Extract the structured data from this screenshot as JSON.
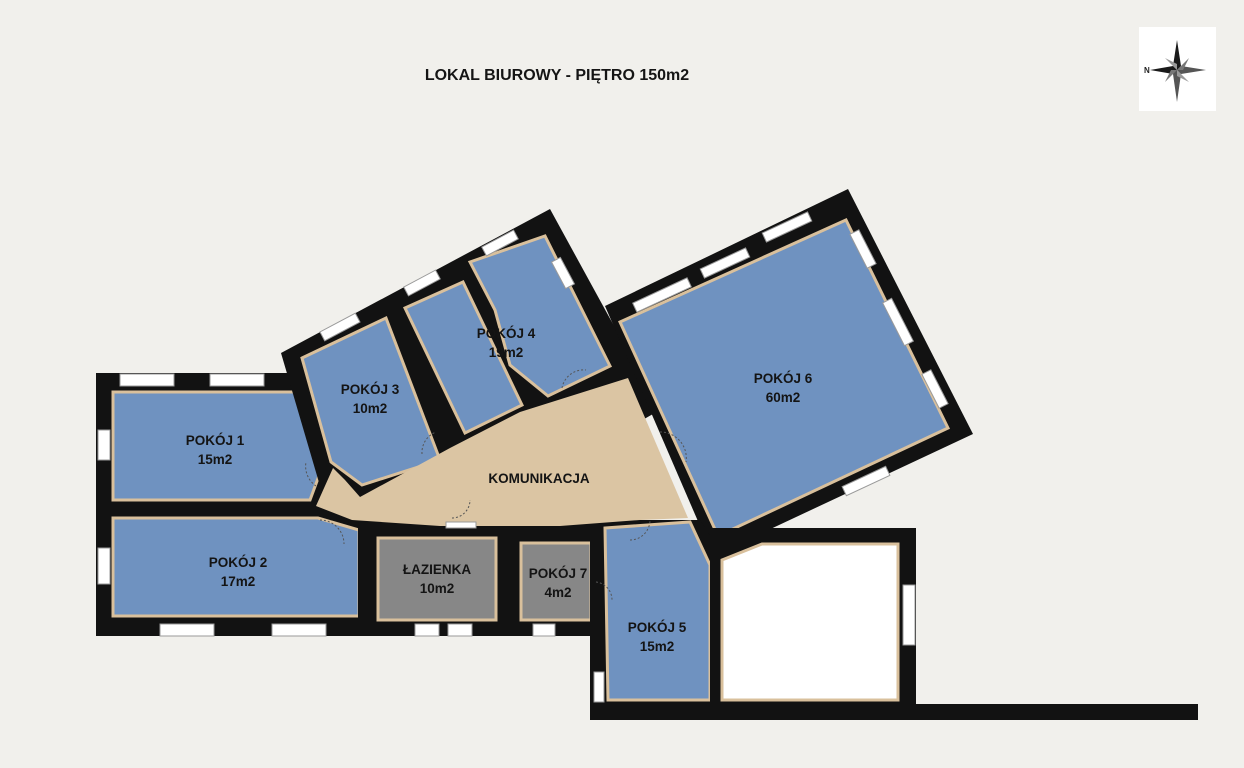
{
  "title": "LOKAL BIUROWY - PIĘTRO 150m2",
  "compass": {
    "label": "N",
    "icon": "compass-rose-icon"
  },
  "rooms": [
    {
      "key": "pokoj1",
      "name": "POKÓJ 1",
      "area": "15m2"
    },
    {
      "key": "pokoj2",
      "name": "POKÓJ 2",
      "area": "17m2"
    },
    {
      "key": "pokoj3",
      "name": "POKÓJ 3",
      "area": "10m2"
    },
    {
      "key": "pokoj4",
      "name": "POKÓJ 4",
      "area": "19m2"
    },
    {
      "key": "pokoj5",
      "name": "POKÓJ 5",
      "area": "15m2"
    },
    {
      "key": "pokoj6",
      "name": "POKÓJ 6",
      "area": "60m2"
    },
    {
      "key": "pokoj7",
      "name": "POKÓJ 7",
      "area": "4m2"
    },
    {
      "key": "lazienka",
      "name": "ŁAZIENKA",
      "area": "10m2"
    },
    {
      "key": "komunikacja",
      "name": "KOMUNIKACJA"
    }
  ],
  "colors": {
    "room": "#6f92c0",
    "bathroom": "#878787",
    "corridor": "#dbc5a3",
    "wall": "#121212",
    "background": "#f1f0ec"
  }
}
